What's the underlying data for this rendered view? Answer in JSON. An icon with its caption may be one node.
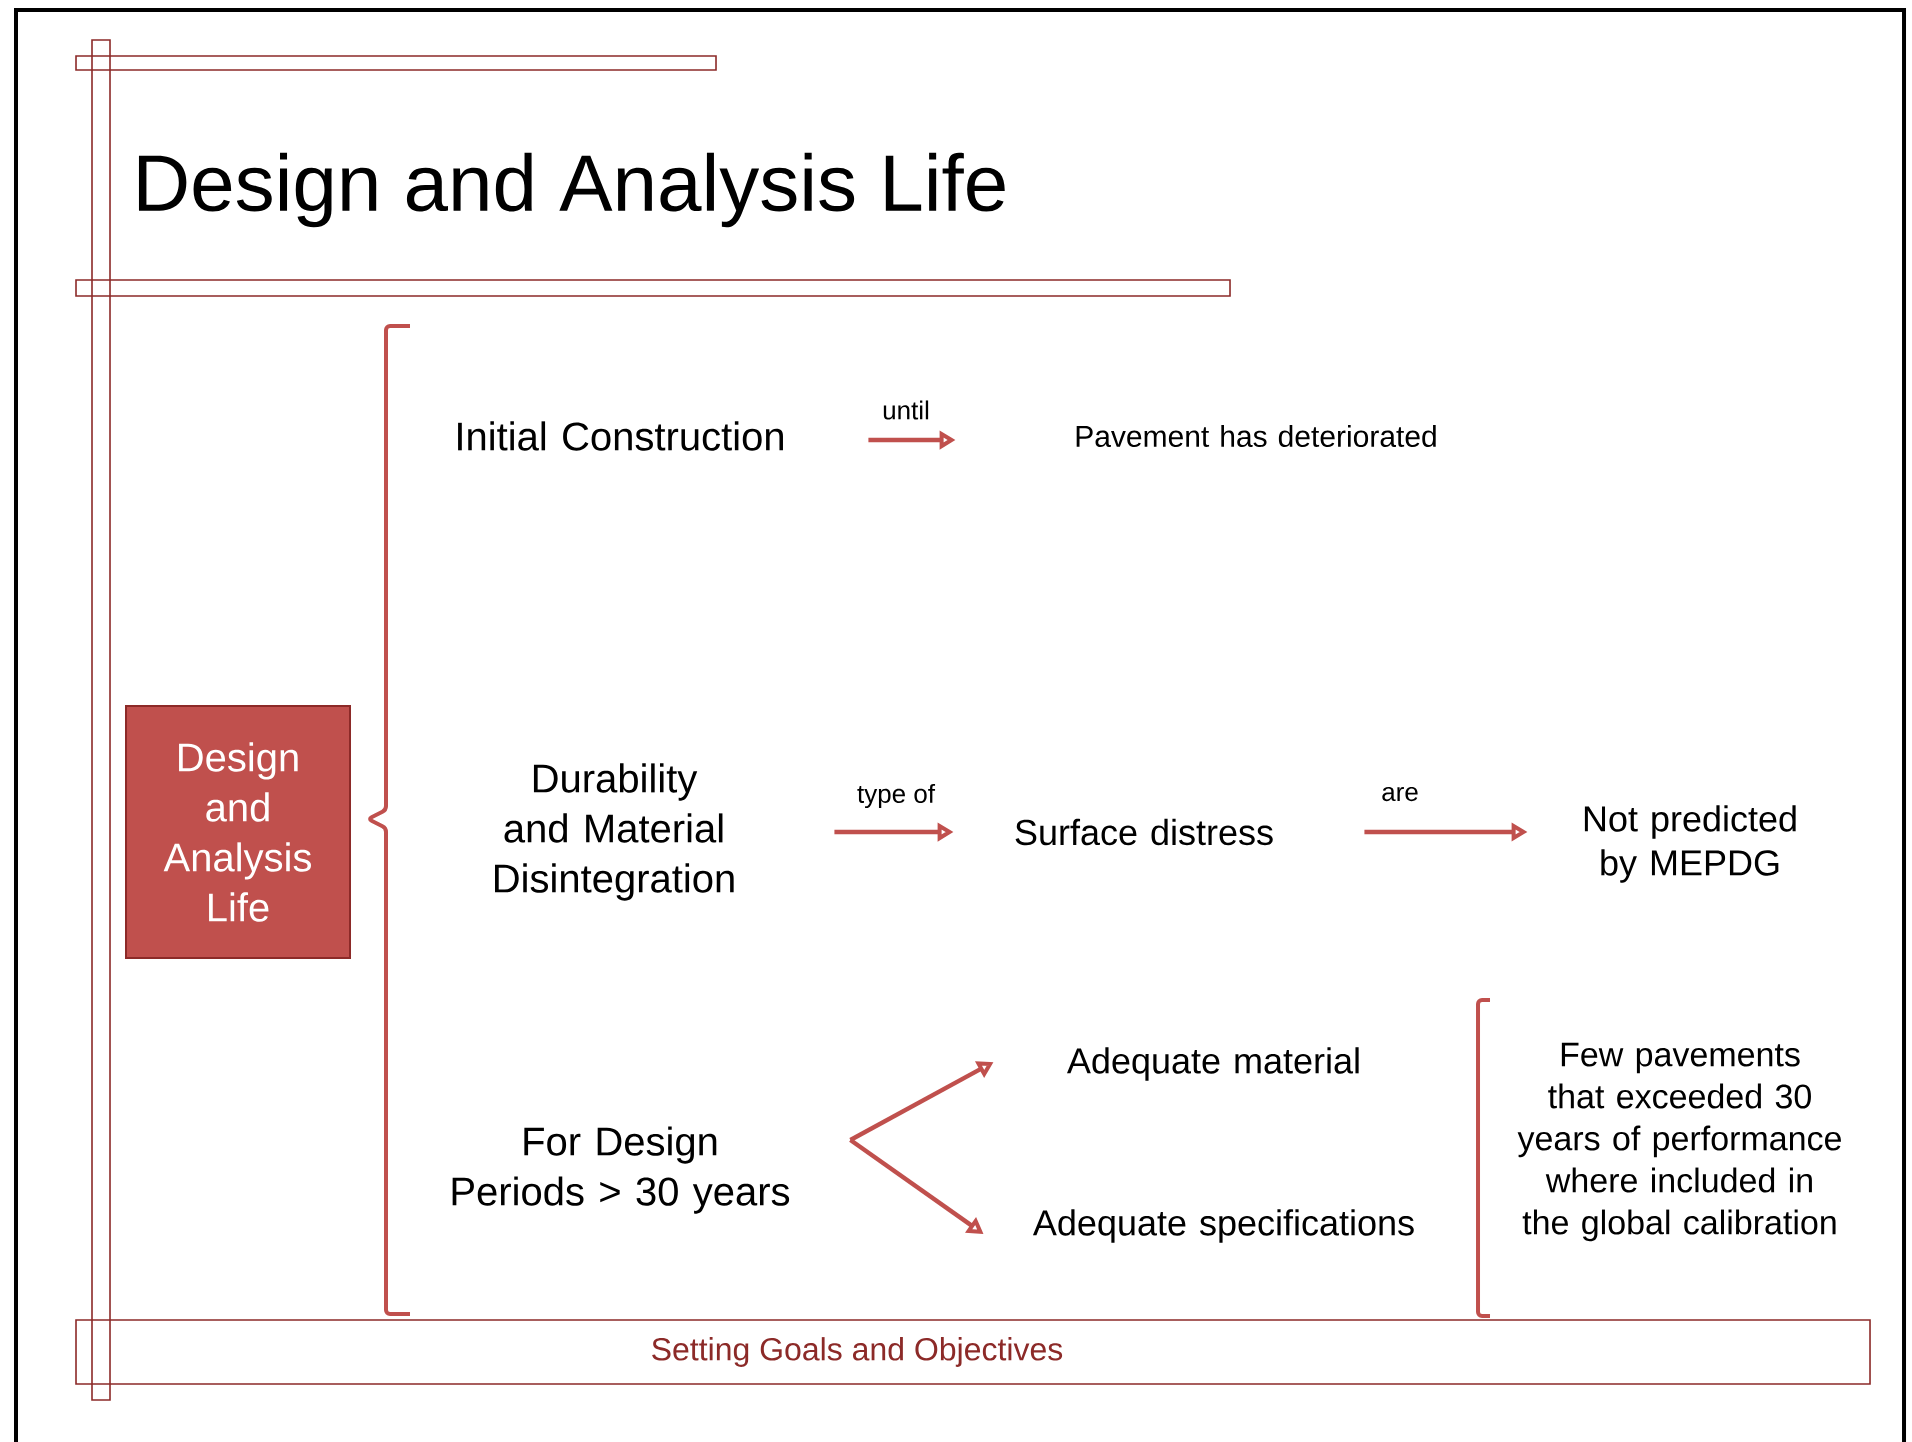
{
  "diagram": {
    "title": "Design and Analysis Life",
    "nodes": [
      {
        "text": [
          "Design and Analysis Life"
        ]
      },
      {
        "text": [
          "Initial Construction"
        ]
      },
      {
        "text": [
          "Pavement has deteriorated"
        ]
      },
      {
        "text": [
          "Durability and Material Disintegration"
        ]
      },
      {
        "text": [
          "Surface distress"
        ]
      },
      {
        "text": [
          "Not predicted by MEPDG"
        ]
      },
      {
        "text": [
          "For Design Periods > 30 years"
        ]
      },
      {
        "text": [
          "Adequate material"
        ]
      },
      {
        "text": [
          "Adequate specifications"
        ]
      },
      {
        "text": [
          "Few pavements that exceeded 30 years of performance where included in the global calibration"
        ]
      },
      {
        "text": [
          "Setting Goals and Objectives"
        ]
      }
    ],
    "edges": [
      {
        "from": 1,
        "to": 2,
        "arrow": "to",
        "label": "until"
      },
      {
        "from": 3,
        "to": 4,
        "arrow": "to",
        "label": "type of"
      },
      {
        "from": 4,
        "to": 5,
        "arrow": "to",
        "label": "are"
      },
      {
        "from": 6,
        "to": 7,
        "arrow": "to"
      },
      {
        "from": 6,
        "to": 8,
        "arrow": "to"
      }
    ]
  }
}
